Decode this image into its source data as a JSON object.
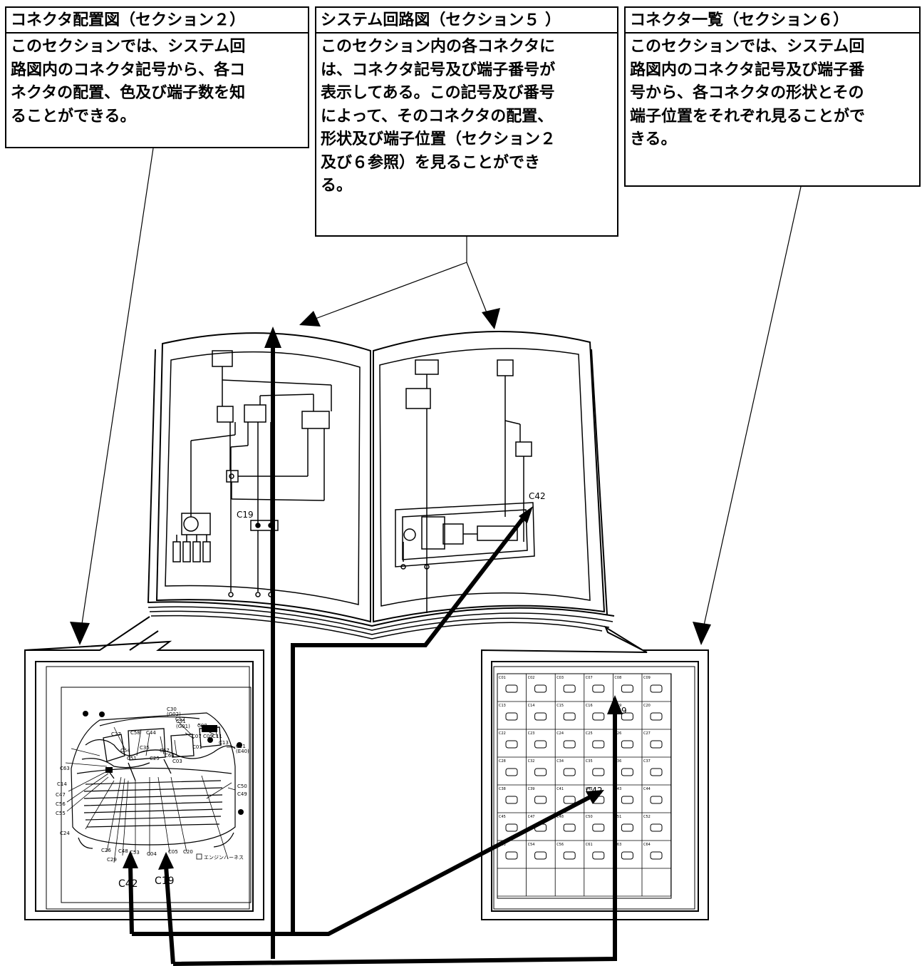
{
  "callouts": {
    "left": {
      "title": "コネクタ配置図（セクション２）",
      "lines": [
        "このセクションでは、システム回",
        "路図内のコネクタ記号から、各コ",
        "ネクタの配置、色及び端子数を知",
        "ることができる。"
      ]
    },
    "center": {
      "title": "システム回路図（セクション５ ）",
      "lines": [
        "このセクション内の各コネクタに",
        "は、コネクタ記号及び端子番号が",
        "表示してある。この記号及び番号",
        "によって、そのコネクタの配置、",
        "形状及び端子位置（セクション２",
        "及び６参照）を見ることができ",
        "る。"
      ]
    },
    "right": {
      "title": "コネクタ一覧（セクション６）",
      "lines": [
        "このセクションでは、システム回",
        "路図内のコネクタ記号及び端子番",
        "号から、各コネクタの形状とその",
        "端子位置をそれぞれ見ることがで",
        "きる。"
      ]
    }
  },
  "book": {
    "left_page_connector": "C19",
    "right_page_connector": "C42"
  },
  "engine_layout": {
    "labels": [
      "C52",
      "C30\n(G02)",
      "C08",
      "C31\n(G01)",
      "C07",
      "C09",
      "C11",
      "C27",
      "C58",
      "C44",
      "C01",
      "C13",
      "C54",
      "C35",
      "C57",
      "C64",
      "C03",
      "C21\n(E40)",
      "C51",
      "C25",
      "C63",
      "C14",
      "C50",
      "C49",
      "C47",
      "C56",
      "C55",
      "C24",
      "C26",
      "C48",
      "C53",
      "C04",
      "C05",
      "C20",
      "C29"
    ],
    "big_labels": [
      "C42",
      "C19"
    ],
    "legend": "エンジンハーネス"
  },
  "connector_list": {
    "big_labels": [
      "C19",
      "C42"
    ],
    "cells": [
      "C01",
      "C02",
      "C03",
      "C07",
      "C08",
      "C09",
      "C13",
      "C14",
      "C15",
      "C16",
      "C19",
      "C20",
      "C22",
      "C23",
      "C24",
      "C25",
      "C26",
      "C27",
      "C28",
      "C32",
      "C34",
      "C35",
      "C36",
      "C37",
      "C38",
      "C39",
      "C41",
      "C42",
      "C43",
      "C44",
      "C45",
      "C47",
      "C48",
      "C50",
      "C51",
      "C52",
      "C53",
      "C54",
      "C56",
      "C61",
      "C63",
      "C64"
    ]
  }
}
